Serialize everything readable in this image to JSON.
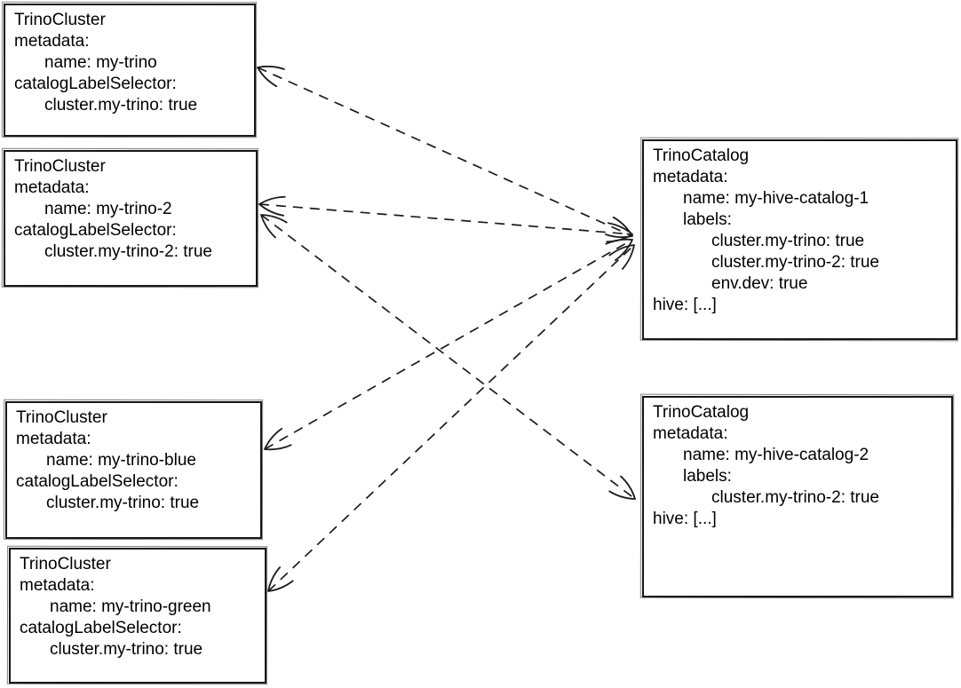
{
  "colors": {
    "background": "#ffffff",
    "stroke": "#1b1b1b",
    "text": "#000000"
  },
  "nodes": [
    {
      "id": "my-trino",
      "kind": "TrinoCluster",
      "lines": [
        "TrinoCluster",
        "metadata:",
        "name: my-trino",
        "catalogLabelSelector:",
        "cluster.my-trino: true"
      ]
    },
    {
      "id": "my-trino-2",
      "kind": "TrinoCluster",
      "lines": [
        "TrinoCluster",
        "metadata:",
        "name: my-trino-2",
        "catalogLabelSelector:",
        "cluster.my-trino-2: true"
      ]
    },
    {
      "id": "my-trino-blue",
      "kind": "TrinoCluster",
      "lines": [
        "TrinoCluster",
        "metadata:",
        "name: my-trino-blue",
        "catalogLabelSelector:",
        "cluster.my-trino: true"
      ]
    },
    {
      "id": "my-trino-green",
      "kind": "TrinoCluster",
      "lines": [
        "TrinoCluster",
        "metadata:",
        "name: my-trino-green",
        "catalogLabelSelector:",
        "cluster.my-trino: true"
      ]
    },
    {
      "id": "my-hive-catalog-1",
      "kind": "TrinoCatalog",
      "lines": [
        "TrinoCatalog",
        "metadata:",
        "name: my-hive-catalog-1",
        "labels:",
        "cluster.my-trino: true",
        "cluster.my-trino-2: true",
        "env.dev: true",
        "hive: [...]"
      ]
    },
    {
      "id": "my-hive-catalog-2",
      "kind": "TrinoCatalog",
      "lines": [
        "TrinoCatalog",
        "metadata:",
        "name: my-hive-catalog-2",
        "labels:",
        "cluster.my-trino-2: true",
        "hive: [...]"
      ]
    }
  ],
  "edges": [
    {
      "from": "my-trino",
      "to": "my-hive-catalog-1",
      "line": "dashed",
      "arrows": "both"
    },
    {
      "from": "my-trino-2",
      "to": "my-hive-catalog-1",
      "line": "dashed",
      "arrows": "both"
    },
    {
      "from": "my-trino-blue",
      "to": "my-hive-catalog-1",
      "line": "dashed",
      "arrows": "both"
    },
    {
      "from": "my-trino-green",
      "to": "my-hive-catalog-1",
      "line": "dashed",
      "arrows": "both"
    },
    {
      "from": "my-trino-2",
      "to": "my-hive-catalog-2",
      "line": "dashed",
      "arrows": "both"
    }
  ]
}
